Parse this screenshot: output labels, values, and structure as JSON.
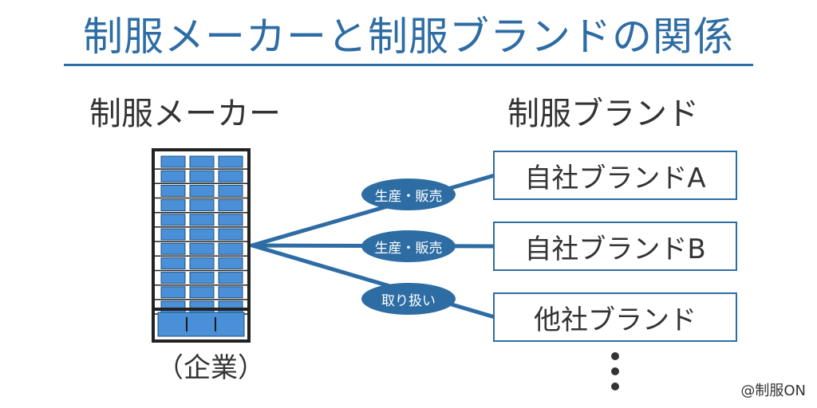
{
  "title": "制服メーカーと制服ブランドの関係",
  "left_heading": "制服メーカー",
  "right_heading": "制服ブランド",
  "company_caption": "（企業）",
  "brands": [
    {
      "label": "自社ブランドA"
    },
    {
      "label": "自社ブランドB"
    },
    {
      "label": "他社ブランド"
    }
  ],
  "relations": [
    {
      "label": "生産・販売"
    },
    {
      "label": "生産・販売"
    },
    {
      "label": "取り扱い"
    }
  ],
  "footer": "@制服ON",
  "icons": [
    "office-building-icon",
    "vertical-ellipsis-icon"
  ],
  "colors": {
    "accent": "#2e6da4",
    "window_blue": "#4a90d9",
    "text": "#333333"
  }
}
